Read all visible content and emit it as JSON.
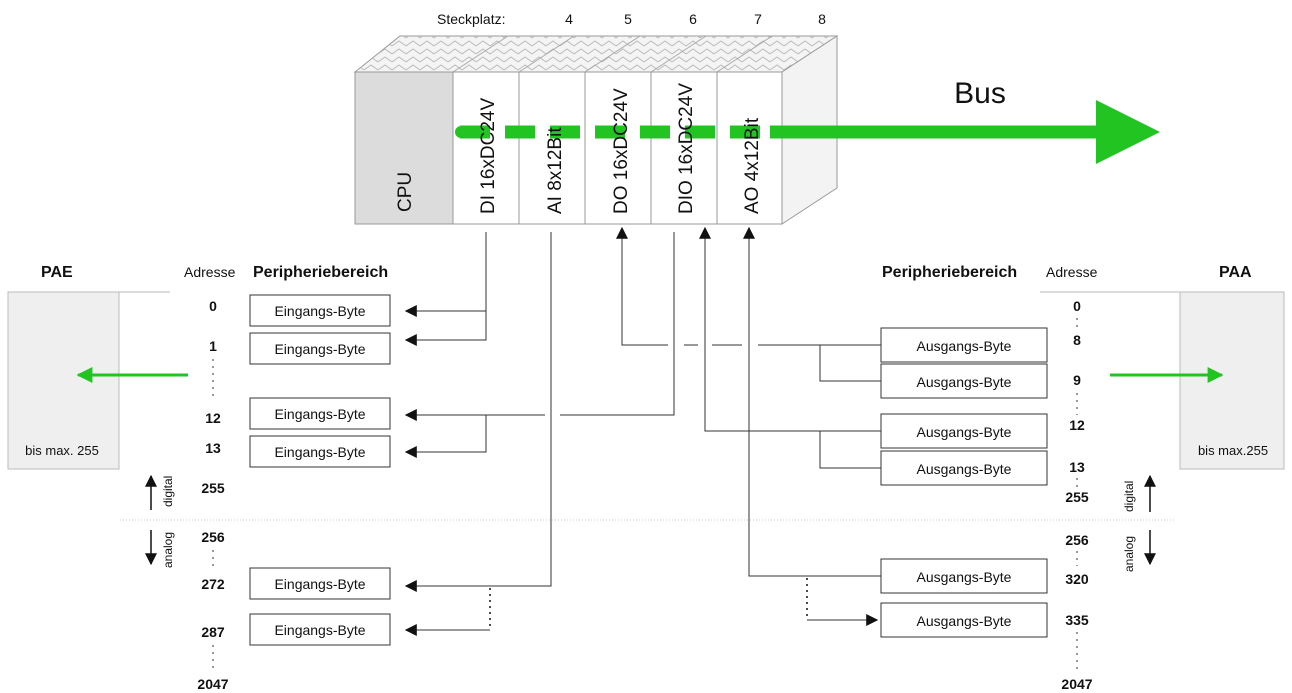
{
  "header": {
    "slot_label": "Steckplatz:",
    "slots": [
      "4",
      "5",
      "6",
      "7",
      "8"
    ]
  },
  "rack": {
    "cpu_label": "CPU",
    "modules": [
      "DI 16xDC24V",
      "AI 8x12Bit",
      "DO 16xDC24V",
      "DIO 16xDC24V",
      "AO 4x12Bit"
    ],
    "bus_label": "Bus"
  },
  "left": {
    "area_title": "PAE",
    "address_title": "Adresse",
    "periph_title": "Peripheriebereich",
    "area_note": "bis max. 255",
    "addresses": [
      "0",
      "1",
      "12",
      "13",
      "255",
      "256",
      "272",
      "287",
      "2047"
    ],
    "bytes": [
      "Eingangs-Byte",
      "Eingangs-Byte",
      "Eingangs-Byte",
      "Eingangs-Byte",
      "Eingangs-Byte",
      "Eingangs-Byte"
    ],
    "digital_label": "digital",
    "analog_label": "analog"
  },
  "right": {
    "area_title": "PAA",
    "address_title": "Adresse",
    "periph_title": "Peripheriebereich",
    "area_note": "bis max.255",
    "addresses": [
      "0",
      "8",
      "9",
      "12",
      "13",
      "255",
      "256",
      "320",
      "335",
      "2047"
    ],
    "bytes": [
      "Ausgangs-Byte",
      "Ausgangs-Byte",
      "Ausgangs-Byte",
      "Ausgangs-Byte",
      "Ausgangs-Byte",
      "Ausgangs-Byte"
    ],
    "digital_label": "digital",
    "analog_label": "analog"
  },
  "colors": {
    "bus_green": "#22c422",
    "cpu_gray": "#dcdcdc",
    "area_gray": "#efefef"
  }
}
